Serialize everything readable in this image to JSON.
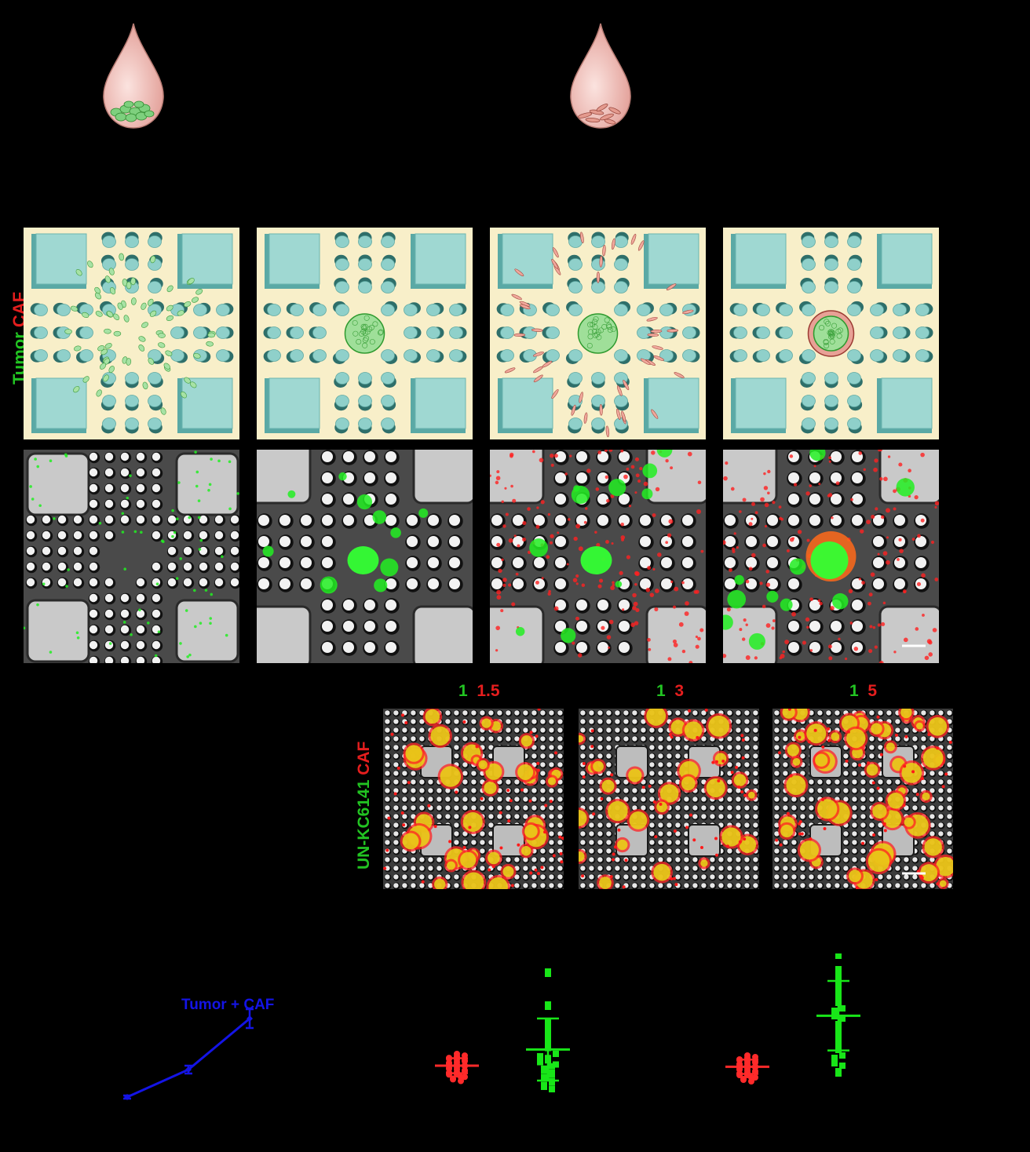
{
  "figure": {
    "schematic_row_label": {
      "part1": "Tumor",
      "part2": "CAF"
    },
    "ratio_row_label": {
      "part1": "UN-KC6141",
      "part2": "CAF"
    },
    "ratio_headers": [
      {
        "tumor": "1",
        "caf": "1.5"
      },
      {
        "tumor": "1",
        "caf": "3"
      },
      {
        "tumor": "1",
        "caf": "5"
      }
    ],
    "line_legend": "Tumor + CAF"
  },
  "chart_data": [
    {
      "type": "line",
      "title": "",
      "xlabel": "",
      "ylabel": "",
      "series": [
        {
          "name": "Tumor + CAF",
          "color": "#1414e6",
          "points": [
            [
              0,
              0.0
            ],
            [
              1,
              0.35
            ],
            [
              2,
              1.0
            ]
          ]
        }
      ]
    },
    {
      "type": "scatter",
      "title": "",
      "series": [
        {
          "color": "#ff2a2a",
          "values": [
            0.1,
            0.12,
            0.15,
            0.18,
            0.2,
            0.22,
            0.24,
            0.26,
            0.28,
            0.3,
            0.32,
            0.34,
            0.36,
            0.38,
            0.4
          ]
        },
        {
          "color": "#18e618",
          "values": [
            0.0,
            0.05,
            0.1,
            0.15,
            0.2,
            0.25,
            0.3,
            0.35,
            0.4,
            0.5,
            0.6,
            0.7,
            0.8,
            1.0,
            1.4
          ]
        }
      ]
    },
    {
      "type": "scatter",
      "title": "",
      "series": [
        {
          "color": "#ff2a2a",
          "values": [
            0.1,
            0.12,
            0.15,
            0.18,
            0.2,
            0.22,
            0.24,
            0.26,
            0.28,
            0.3,
            0.32,
            0.34,
            0.36,
            0.38,
            0.4
          ]
        },
        {
          "color": "#18e618",
          "values": [
            0.2,
            0.3,
            0.4,
            0.5,
            0.6,
            0.7,
            0.8,
            0.9,
            1.0,
            1.1,
            1.2,
            1.3,
            1.4,
            1.5,
            1.7
          ]
        }
      ]
    }
  ]
}
